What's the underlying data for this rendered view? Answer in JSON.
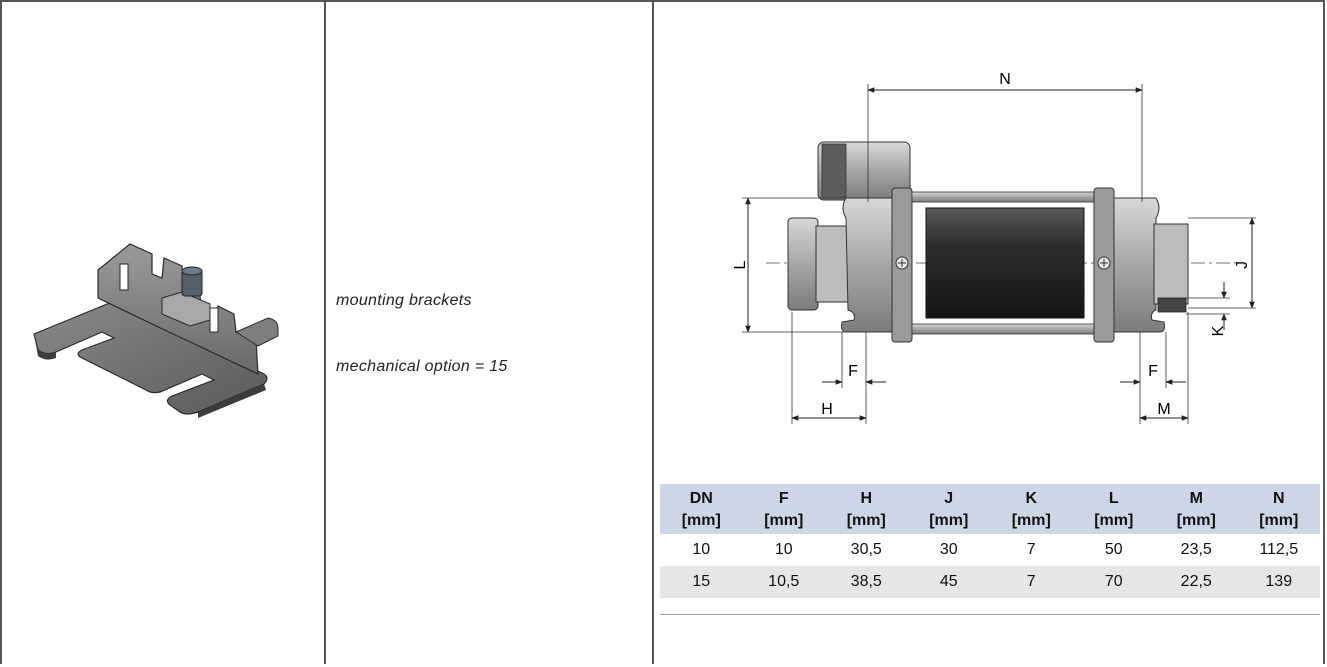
{
  "description": {
    "line1": "mounting brackets",
    "line2": "mechanical option = 15"
  },
  "drawing": {
    "labels": {
      "N": "N",
      "L": "L",
      "J": "J",
      "K": "K",
      "F_left": "F",
      "F_right": "F",
      "H": "H",
      "M": "M"
    }
  },
  "table": {
    "headers": [
      {
        "symbol": "DN",
        "unit": "[mm]"
      },
      {
        "symbol": "F",
        "unit": "[mm]"
      },
      {
        "symbol": "H",
        "unit": "[mm]"
      },
      {
        "symbol": "J",
        "unit": "[mm]"
      },
      {
        "symbol": "K",
        "unit": "[mm]"
      },
      {
        "symbol": "L",
        "unit": "[mm]"
      },
      {
        "symbol": "M",
        "unit": "[mm]"
      },
      {
        "symbol": "N",
        "unit": "[mm]"
      }
    ],
    "rows": [
      [
        "10",
        "10",
        "30,5",
        "30",
        "7",
        "50",
        "23,5",
        "112,5"
      ],
      [
        "15",
        "10,5",
        "38,5",
        "45",
        "7",
        "70",
        "22,5",
        "139"
      ]
    ],
    "header_color": "#cdd6e6",
    "alt_row_color": "#e6e6e6"
  }
}
